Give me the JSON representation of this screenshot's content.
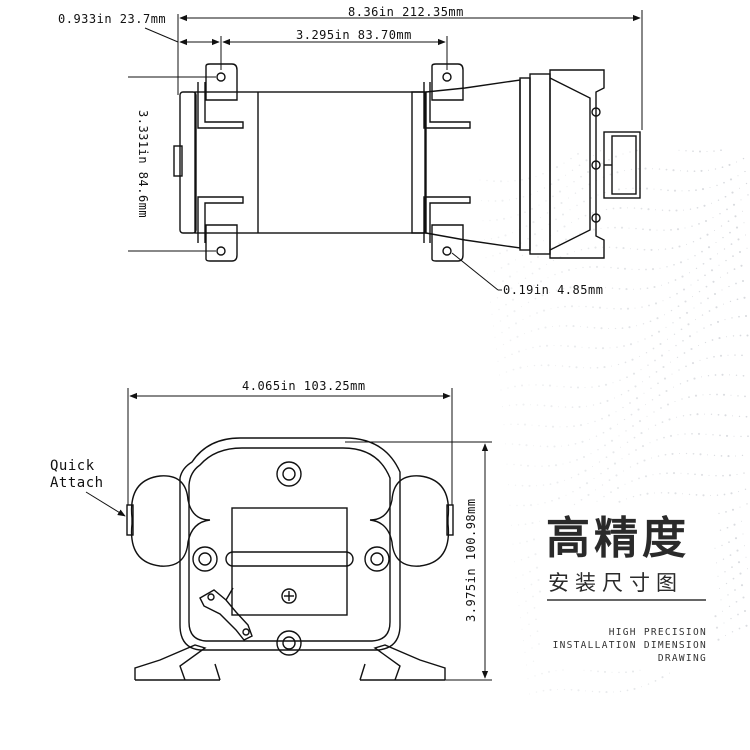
{
  "top_view": {
    "overall_length": "8.36in 212.35mm",
    "mount_spacing": "3.295in 83.70mm",
    "end_offset": "0.933in 23.7mm",
    "height": "3.331in 84.6mm",
    "hole_diameter": "0.19in 4.85mm"
  },
  "front_view": {
    "width": "4.065in 103.25mm",
    "height": "3.975in 100.98mm",
    "callout_line1": "Quick",
    "callout_line2": "Attach"
  },
  "branding": {
    "title": "高精度",
    "subtitle": "安装尺寸图",
    "en_line1": "HIGH PRECISION",
    "en_line2": "INSTALLATION DIMENSION",
    "en_line3": "DRAWING"
  },
  "colors": {
    "line": "#111111",
    "title": "#2a2a2a",
    "dots": "#c9ccd2"
  }
}
